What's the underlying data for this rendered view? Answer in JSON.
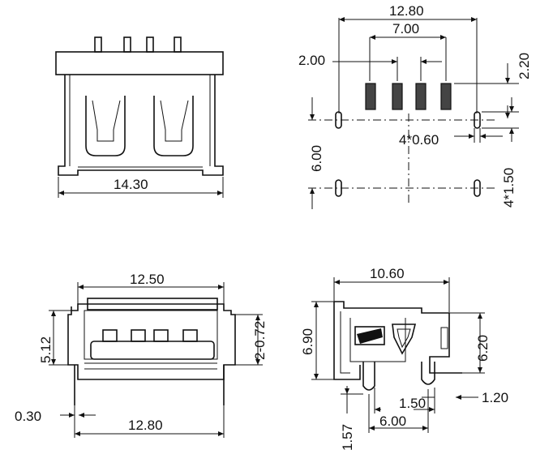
{
  "views": {
    "front": {
      "width_label": "14.30"
    },
    "footprint": {
      "overall_pitch": "12.80",
      "inner_pitch": "7.00",
      "pin_pitch": "2.00",
      "pad_offset": "2.20",
      "slot_width": "4*0.60",
      "row_spacing": "6.00",
      "slot_length": "4*1.50"
    },
    "end": {
      "top_width": "12.50",
      "height": "5.12",
      "tolerance": "2-0.72",
      "thickness": "0.30",
      "bottom_width": "12.80"
    },
    "side": {
      "length": "10.60",
      "height_left": "6.90",
      "height_right": "6.20",
      "dim_1_57": "1.57",
      "dim_6_00": "6.00",
      "dim_1_50": "1.50",
      "dim_1_20": "1.20"
    }
  }
}
